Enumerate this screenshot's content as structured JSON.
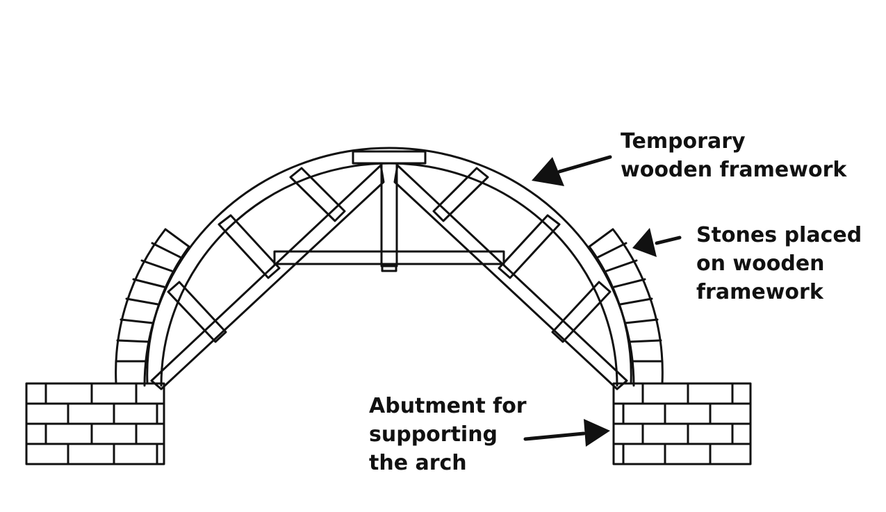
{
  "labels": {
    "framework": {
      "lines": [
        "Temporary",
        "wooden framework"
      ]
    },
    "stones": {
      "lines": [
        "Stones placed",
        "on wooden",
        "framework"
      ]
    },
    "abutment": {
      "lines": [
        "Abutment for",
        "supporting",
        "the arch"
      ]
    }
  },
  "colors": {
    "ink": "#111111",
    "background": "#ffffff"
  },
  "icons": {
    "pointer": "arrow-icon"
  }
}
